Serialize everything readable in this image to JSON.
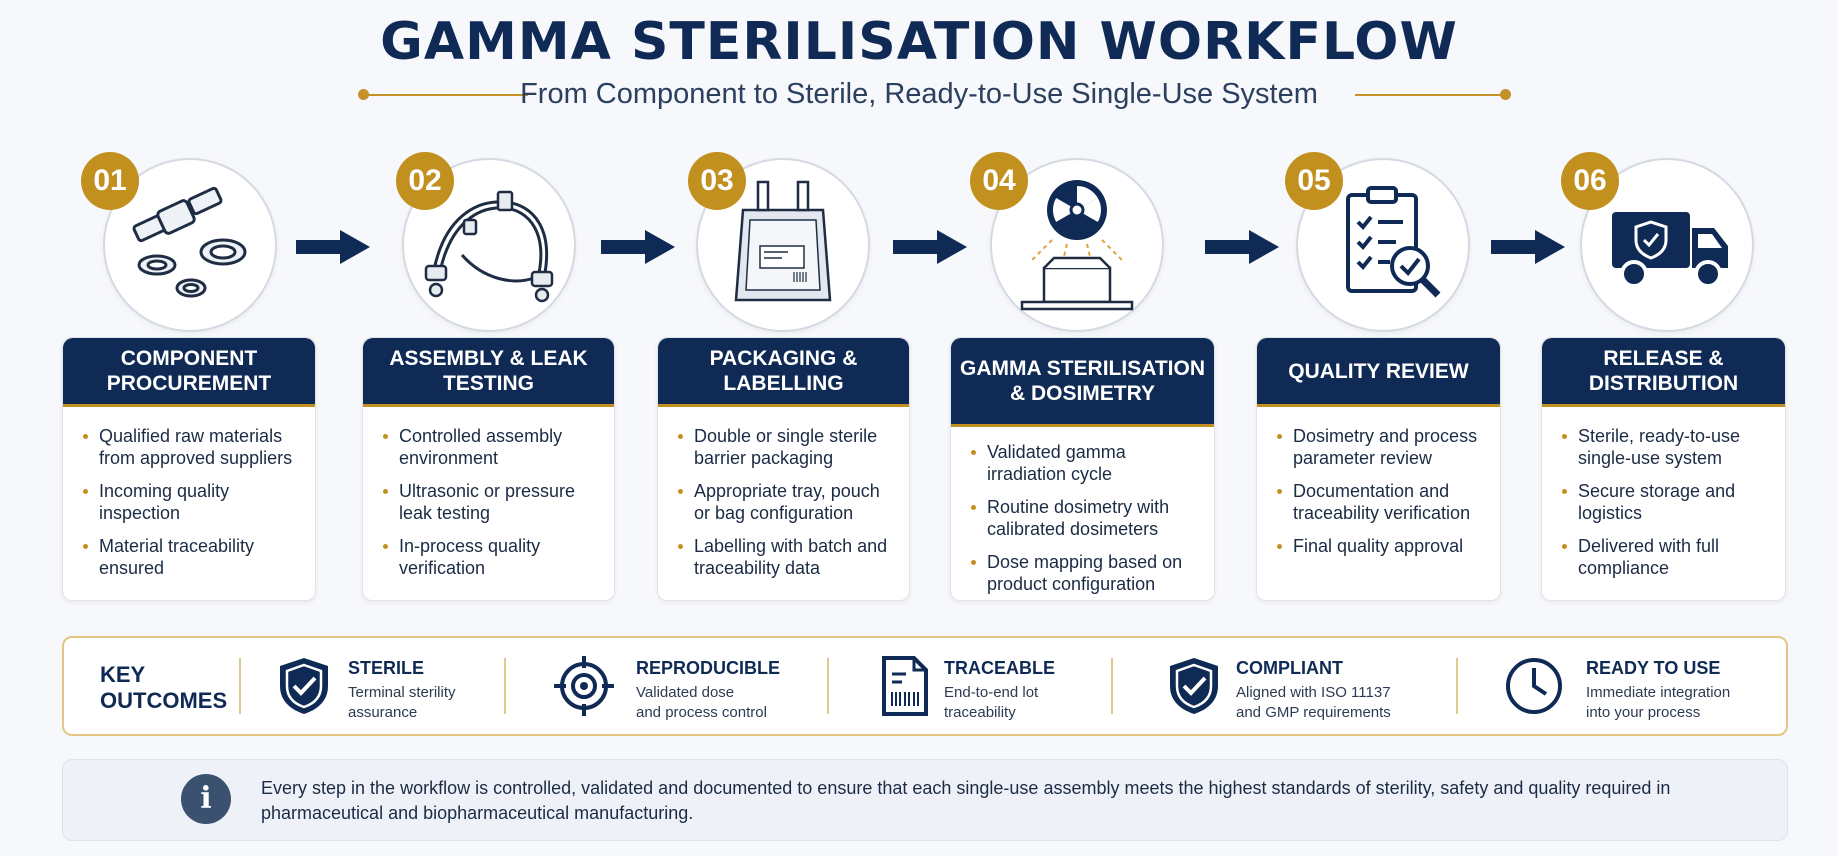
{
  "header": {
    "title": "GAMMA STERILISATION WORKFLOW",
    "subtitle": "From Component to Sterile, Ready-to-Use Single-Use System"
  },
  "colors": {
    "navy": "#0f2a55",
    "gold": "#c1901f",
    "background": "#f7f8fb"
  },
  "steps": [
    {
      "number": "01",
      "title": "COMPONENT PROCUREMENT",
      "icon": "components-icon",
      "bullets": [
        "Qualified raw materials from approved suppliers",
        "Incoming quality inspection",
        "Material traceability ensured"
      ]
    },
    {
      "number": "02",
      "title": "ASSEMBLY & LEAK TESTING",
      "icon": "tubing-assembly-icon",
      "bullets": [
        "Controlled assembly environment",
        "Ultrasonic or pressure leak testing",
        "In-process quality verification"
      ]
    },
    {
      "number": "03",
      "title": "PACKAGING & LABELLING",
      "icon": "sterile-bag-icon",
      "bullets": [
        "Double or single sterile barrier packaging",
        "Appropriate tray, pouch or bag configuration",
        "Labelling with batch and traceability data"
      ]
    },
    {
      "number": "04",
      "title": "GAMMA STERILISATION & DOSIMETRY",
      "icon": "radiation-icon",
      "bullets": [
        "Validated gamma irradiation cycle",
        "Routine dosimetry with calibrated dosimeters",
        "Dose mapping based on product configuration"
      ]
    },
    {
      "number": "05",
      "title": "QUALITY REVIEW",
      "icon": "clipboard-check-icon",
      "bullets": [
        "Dosimetry and process parameter review",
        "Documentation and traceability verification",
        "Final quality approval"
      ]
    },
    {
      "number": "06",
      "title": "RELEASE & DISTRIBUTION",
      "icon": "delivery-truck-icon",
      "bullets": [
        "Sterile, ready-to-use single-use system",
        "Secure storage and logistics",
        "Delivered with full compliance"
      ]
    }
  ],
  "key_outcomes": {
    "label": "KEY OUTCOMES",
    "items": [
      {
        "title": "STERILE",
        "desc1": "Terminal sterility",
        "desc2": "assurance",
        "icon": "shield-check-icon"
      },
      {
        "title": "REPRODUCIBLE",
        "desc1": "Validated dose",
        "desc2": "and process control",
        "icon": "target-icon"
      },
      {
        "title": "TRACEABLE",
        "desc1": "End-to-end lot",
        "desc2": "traceability",
        "icon": "barcode-document-icon"
      },
      {
        "title": "COMPLIANT",
        "desc1": "Aligned with ISO 11137",
        "desc2": "and GMP requirements",
        "icon": "shield-check-icon"
      },
      {
        "title": "READY TO USE",
        "desc1": "Immediate integration",
        "desc2": "into your process",
        "icon": "clock-icon"
      }
    ]
  },
  "note": {
    "icon": "info-icon",
    "symbol": "i",
    "text": "Every step in the workflow is controlled, validated and documented to ensure that each single-use assembly meets the highest standards of sterility, safety and quality required in pharmaceutical and biopharmaceutical manufacturing."
  }
}
